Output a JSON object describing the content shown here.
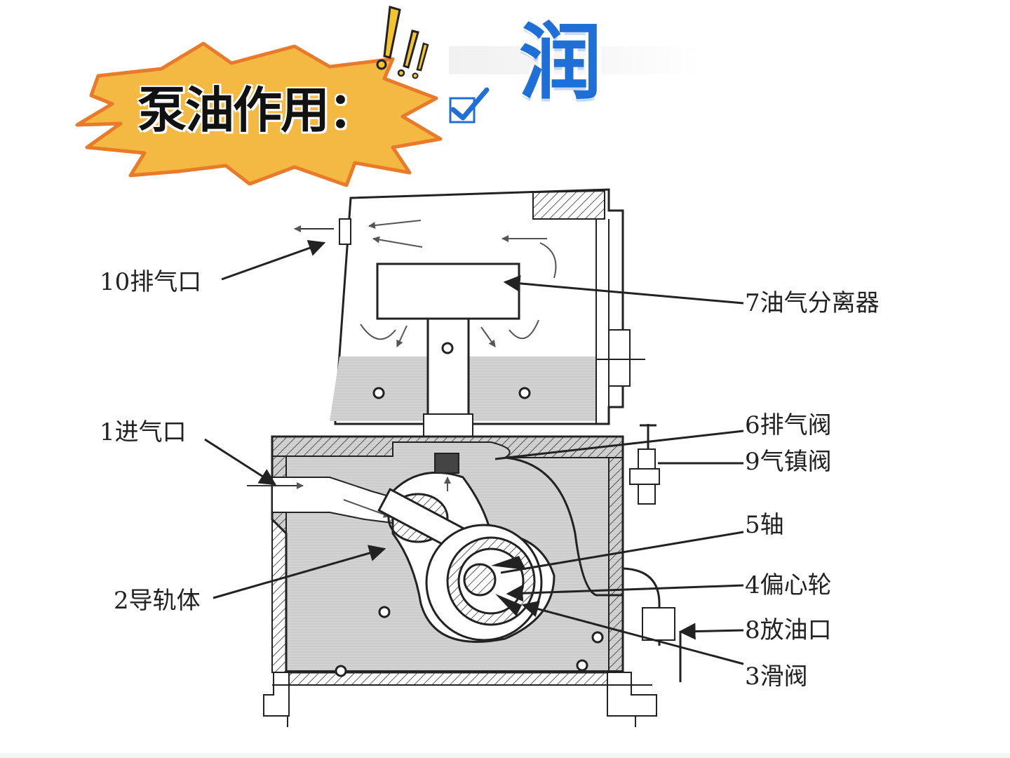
{
  "banner": {
    "title": "泵油作用：",
    "check_color": "#1f6fd8",
    "burst_fill": "#f4b942",
    "burst_stroke": "#e87a2a",
    "exclaim_icon": "exclamation-marks-icon",
    "check_icon": "checkbox-checked-icon"
  },
  "keyword": {
    "text": "润",
    "color": "#1f6fd8"
  },
  "diagram": {
    "labels": {
      "exhaust_port": "10排气口",
      "intake_port": "1进气口",
      "guide_body": "2导轨体",
      "oil_separator": "7油气分离器",
      "exhaust_valve": "6排气阀",
      "gas_ballast_valve": "9气镇阀",
      "shaft": "5轴",
      "eccentric_wheel": "4偏心轮",
      "oil_drain": "8放油口",
      "slide_valve": "3滑阀"
    }
  }
}
